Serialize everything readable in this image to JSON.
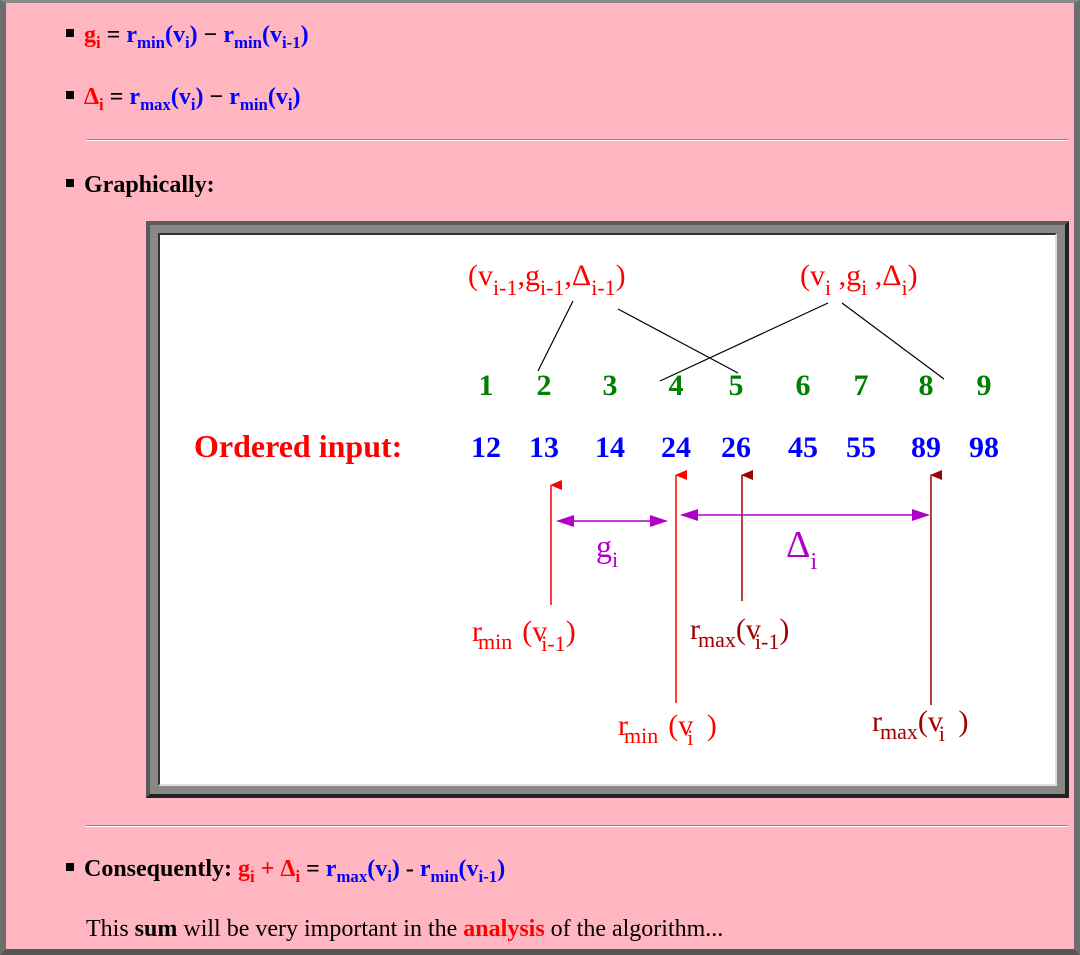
{
  "bullets": {
    "g_def": {
      "lhs": "g",
      "lhs_sub": "i",
      "eq": " = ",
      "r1": "r",
      "r1_sub": "min",
      "r1_arg": "(v",
      "r1_arg_sub": "i",
      "r1_close": ")",
      "minus": " − ",
      "r2": "r",
      "r2_sub": "min",
      "r2_arg": "(v",
      "r2_arg_sub": "i-1",
      "r2_close": ")"
    },
    "delta_def": {
      "lhs": "Δ",
      "lhs_sub": "i",
      "eq": " = ",
      "r1": "r",
      "r1_sub": "max",
      "r1_arg": "(v",
      "r1_arg_sub": "i",
      "r1_close": ")",
      "minus": " − ",
      "r2": "r",
      "r2_sub": "min",
      "r2_arg": "(v",
      "r2_arg_sub": "i",
      "r2_close": ")"
    },
    "graphically": "Graphically:",
    "consequently": {
      "label": "Consequently:",
      "g": "g",
      "g_sub": "i",
      "plus": " + ",
      "d": "Δ",
      "d_sub": "i",
      "eq": " = ",
      "r1": "r",
      "r1_sub": "max",
      "r1_arg": "(v",
      "r1_arg_sub": "i",
      "r1_close": ")",
      "minus": " - ",
      "r2": "r",
      "r2_sub": "min",
      "r2_arg": "(v",
      "r2_arg_sub": "i-1",
      "r2_close": ")"
    },
    "sentence": {
      "p1": "This ",
      "sum": "sum",
      "p2": " will be very important in the ",
      "analysis": "analysis",
      "p3": " of the algorithm..."
    }
  },
  "diagram": {
    "tuple_left": {
      "open": "(v",
      "sub1": "i-1",
      "c1": ",g",
      "sub2": "i-1",
      "c2": ",Δ",
      "sub3": "i-1",
      "close": ")"
    },
    "tuple_right": {
      "open": "(v",
      "sub1": "i",
      "c1": " ,g",
      "sub2": "i",
      "c2": " ,Δ",
      "sub3": "i",
      "close": ")"
    },
    "ranks": [
      "1",
      "2",
      "3",
      "4",
      "5",
      "6",
      "7",
      "8",
      "9"
    ],
    "ordered_label": "Ordered input:",
    "values": [
      "12",
      "13",
      "14",
      "24",
      "26",
      "45",
      "55",
      "89",
      "98"
    ],
    "g_label": "g",
    "g_sub": "i",
    "d_label": "Δ",
    "d_sub": "i",
    "rmin_prev": {
      "r": "r",
      "sub": "min",
      "arg": "(v",
      "arg_sub": "i-1",
      "close": ")"
    },
    "rmax_prev": {
      "r": "r",
      "sub": "max",
      "arg": "(v",
      "arg_sub": "i-1",
      "close": ")"
    },
    "rmin_cur": {
      "r": "r",
      "sub": "min",
      "arg": "(v",
      "arg_sub": "i",
      "close": " )"
    },
    "rmax_cur": {
      "r": "r",
      "sub": "max",
      "arg": "(v",
      "arg_sub": "i",
      "close": " )"
    },
    "colors": {
      "red": "#ff0000",
      "blue": "#0000ff",
      "green": "#008000",
      "purple": "#b000c8",
      "maroon": "#a00000",
      "black": "#000000"
    }
  }
}
